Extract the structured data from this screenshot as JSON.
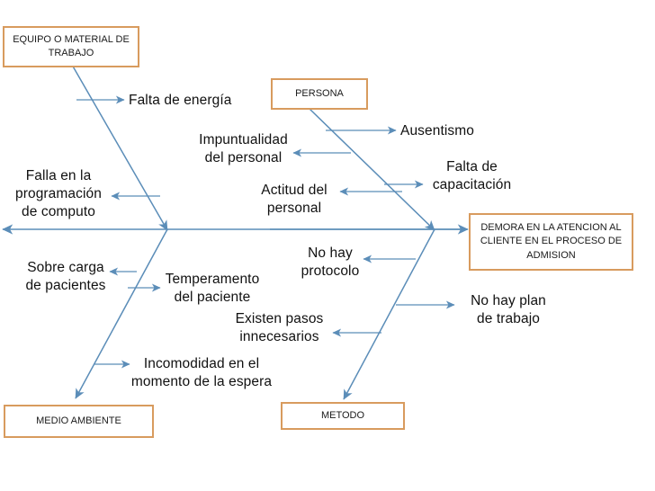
{
  "diagram": {
    "type": "fishbone-ishikawa",
    "effect": {
      "text": "DEMORA EN LA ATENCION AL CLIENTE EN EL PROCESO DE ADMISION"
    },
    "colors": {
      "box_border": "#D89B5E",
      "bone_line": "#5B8DB8",
      "text": "#111111",
      "background": "#ffffff"
    },
    "categories": [
      {
        "id": "equipo",
        "label": "EQUIPO O MATERIAL DE TRABAJO"
      },
      {
        "id": "persona",
        "label": "PERSONA"
      },
      {
        "id": "medio",
        "label": "MEDIO AMBIENTE"
      },
      {
        "id": "metodo",
        "label": "METODO"
      }
    ],
    "causes": {
      "equipo": [
        {
          "id": "falta-energia",
          "text": "Falta de energía"
        },
        {
          "id": "falla-programacion",
          "text": "Falla en la\nprogramación\nde computo"
        }
      ],
      "persona": [
        {
          "id": "ausentismo",
          "text": "Ausentismo"
        },
        {
          "id": "impuntualidad",
          "text": "Impuntualidad\ndel personal"
        },
        {
          "id": "falta-capacitacion",
          "text": "Falta de\ncapacitación"
        },
        {
          "id": "actitud-personal",
          "text": "Actitud del\npersonal"
        }
      ],
      "medio": [
        {
          "id": "sobre-carga",
          "text": "Sobre carga\nde pacientes"
        },
        {
          "id": "temperamento",
          "text": "Temperamento\ndel paciente"
        },
        {
          "id": "incomodidad",
          "text": "Incomodidad en el\nmomento de la espera"
        }
      ],
      "metodo": [
        {
          "id": "no-hay-protocolo",
          "text": "No hay\nprotocolo"
        },
        {
          "id": "no-hay-plan",
          "text": "No hay plan\nde trabajo"
        },
        {
          "id": "pasos-innecesarios",
          "text": "Existen pasos\ninnecesarios"
        }
      ]
    }
  }
}
